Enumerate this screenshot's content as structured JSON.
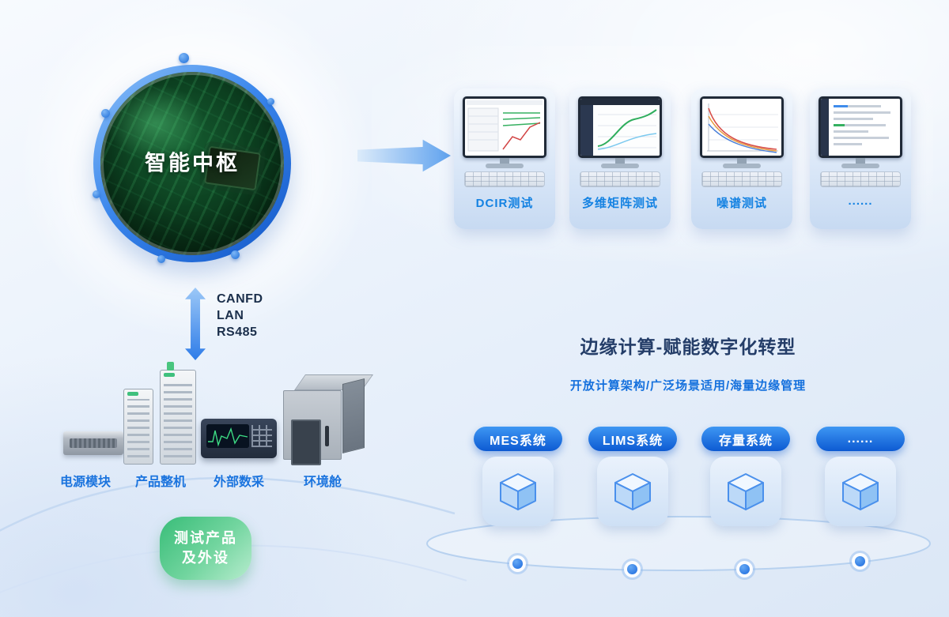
{
  "hub": {
    "label": "智能中枢"
  },
  "bus": {
    "lines": [
      "CANFD",
      "LAN",
      "RS485"
    ]
  },
  "tests": [
    {
      "label": "DCIR测试"
    },
    {
      "label": "多维矩阵测试"
    },
    {
      "label": "噪谱测试"
    },
    {
      "label": "......"
    }
  ],
  "devices": [
    {
      "label": "电源模块"
    },
    {
      "label": "产品整机"
    },
    {
      "label": "外部数采"
    },
    {
      "label": "环境舱"
    }
  ],
  "device_group": {
    "line1": "测试产品",
    "line2": "及外设"
  },
  "edge": {
    "title": "边缘计算-赋能数字化转型",
    "subtitle": "开放计算架构/广泛场景适用/海量边缘管理",
    "systems": [
      {
        "label": "MES系统"
      },
      {
        "label": "LIMS系统"
      },
      {
        "label": "存量系统"
      },
      {
        "label": "......"
      }
    ]
  },
  "icons": {
    "flow_arrow": "right-arrow",
    "bus_arrow": "double-vertical-arrow",
    "system_icon": "3d-cube",
    "ring_decoration": "blue-dots"
  },
  "colors": {
    "accent_blue": "#1b6ae0",
    "label_blue": "#1482e2",
    "title_navy": "#243d68",
    "pill_green": "#3fc07d",
    "system_pill_blue": "#0d5ad2"
  }
}
